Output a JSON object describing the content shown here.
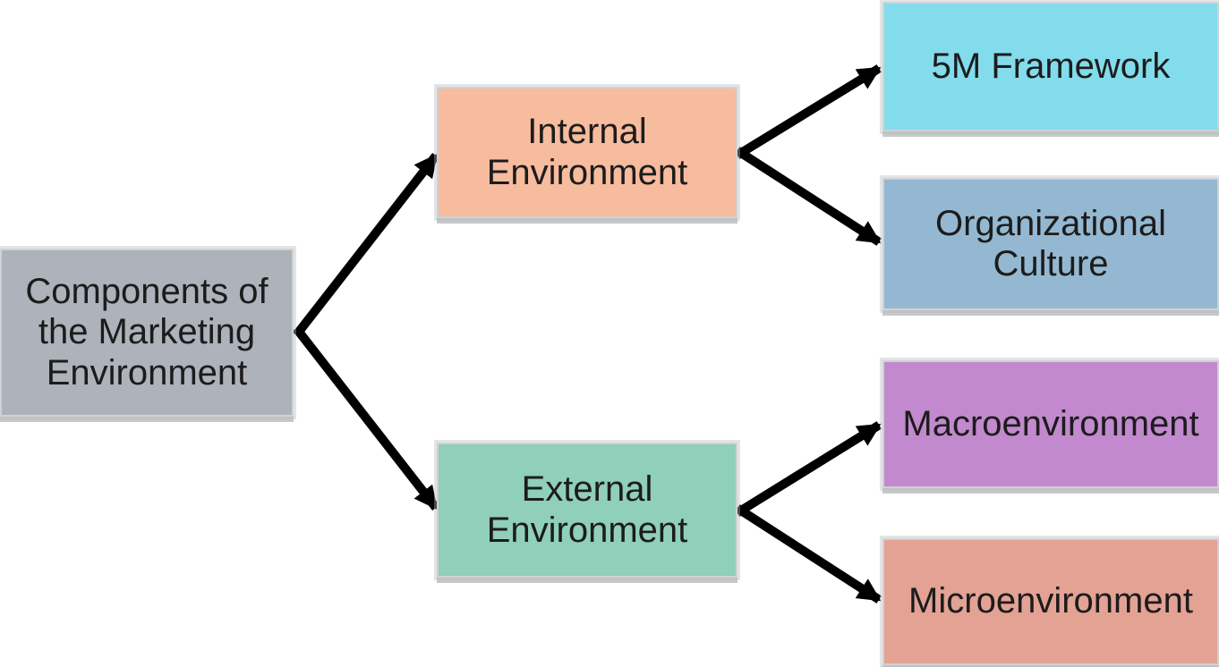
{
  "diagram": {
    "title": "Components of the Marketing Environment",
    "arrow_color": "#000000",
    "border_color": "#d0d2d4",
    "halo_color": "rgba(183,187,191,0.40)",
    "shadow_color": "#c6c8c9",
    "text_color": "#1c1c1c",
    "nodes": {
      "root": {
        "label": "Components of\nthe Marketing\nEnvironment",
        "color": "#adb2bb"
      },
      "internal": {
        "label": "Internal\nEnvironment",
        "color": "#f7bb9e"
      },
      "external": {
        "label": "External\nEnvironment",
        "color": "#90cfba"
      },
      "five_m": {
        "label": "5M Framework",
        "color": "#83dcec"
      },
      "org_culture": {
        "label": "Organizational\nCulture",
        "color": "#94b8d1"
      },
      "macro": {
        "label": "Macroenvironment",
        "color": "#c289ce"
      },
      "micro": {
        "label": "Microenvironment",
        "color": "#e3a294"
      }
    },
    "edges": [
      {
        "from": "root",
        "to": "internal"
      },
      {
        "from": "root",
        "to": "external"
      },
      {
        "from": "internal",
        "to": "five_m"
      },
      {
        "from": "internal",
        "to": "org_culture"
      },
      {
        "from": "external",
        "to": "macro"
      },
      {
        "from": "external",
        "to": "micro"
      }
    ]
  }
}
